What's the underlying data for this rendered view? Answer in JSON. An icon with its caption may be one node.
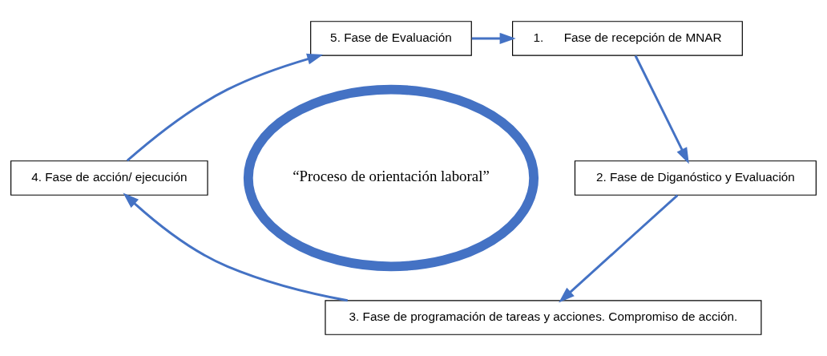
{
  "diagram": {
    "nodes": [
      {
        "text": [
          "“Proceso de orientación laboral”"
        ]
      },
      {
        "text": [
          "1.      Fase de recepción de MNAR"
        ]
      },
      {
        "text": [
          "2. Fase de Diganóstico y Evaluación"
        ]
      },
      {
        "text": [
          "3. Fase de programación de tareas y acciones. Compromiso de acción."
        ]
      },
      {
        "text": [
          "4. Fase de acción/ ejecución"
        ]
      },
      {
        "text": [
          "5. Fase de Evaluación"
        ]
      }
    ],
    "edges": [
      {
        "from": 5,
        "to": 1,
        "arrow": "to"
      },
      {
        "from": 1,
        "to": 2,
        "arrow": "to"
      },
      {
        "from": 2,
        "to": 3,
        "arrow": "to"
      },
      {
        "from": 3,
        "to": 4,
        "arrow": "to"
      },
      {
        "from": 4,
        "to": 5,
        "arrow": "to"
      }
    ]
  }
}
